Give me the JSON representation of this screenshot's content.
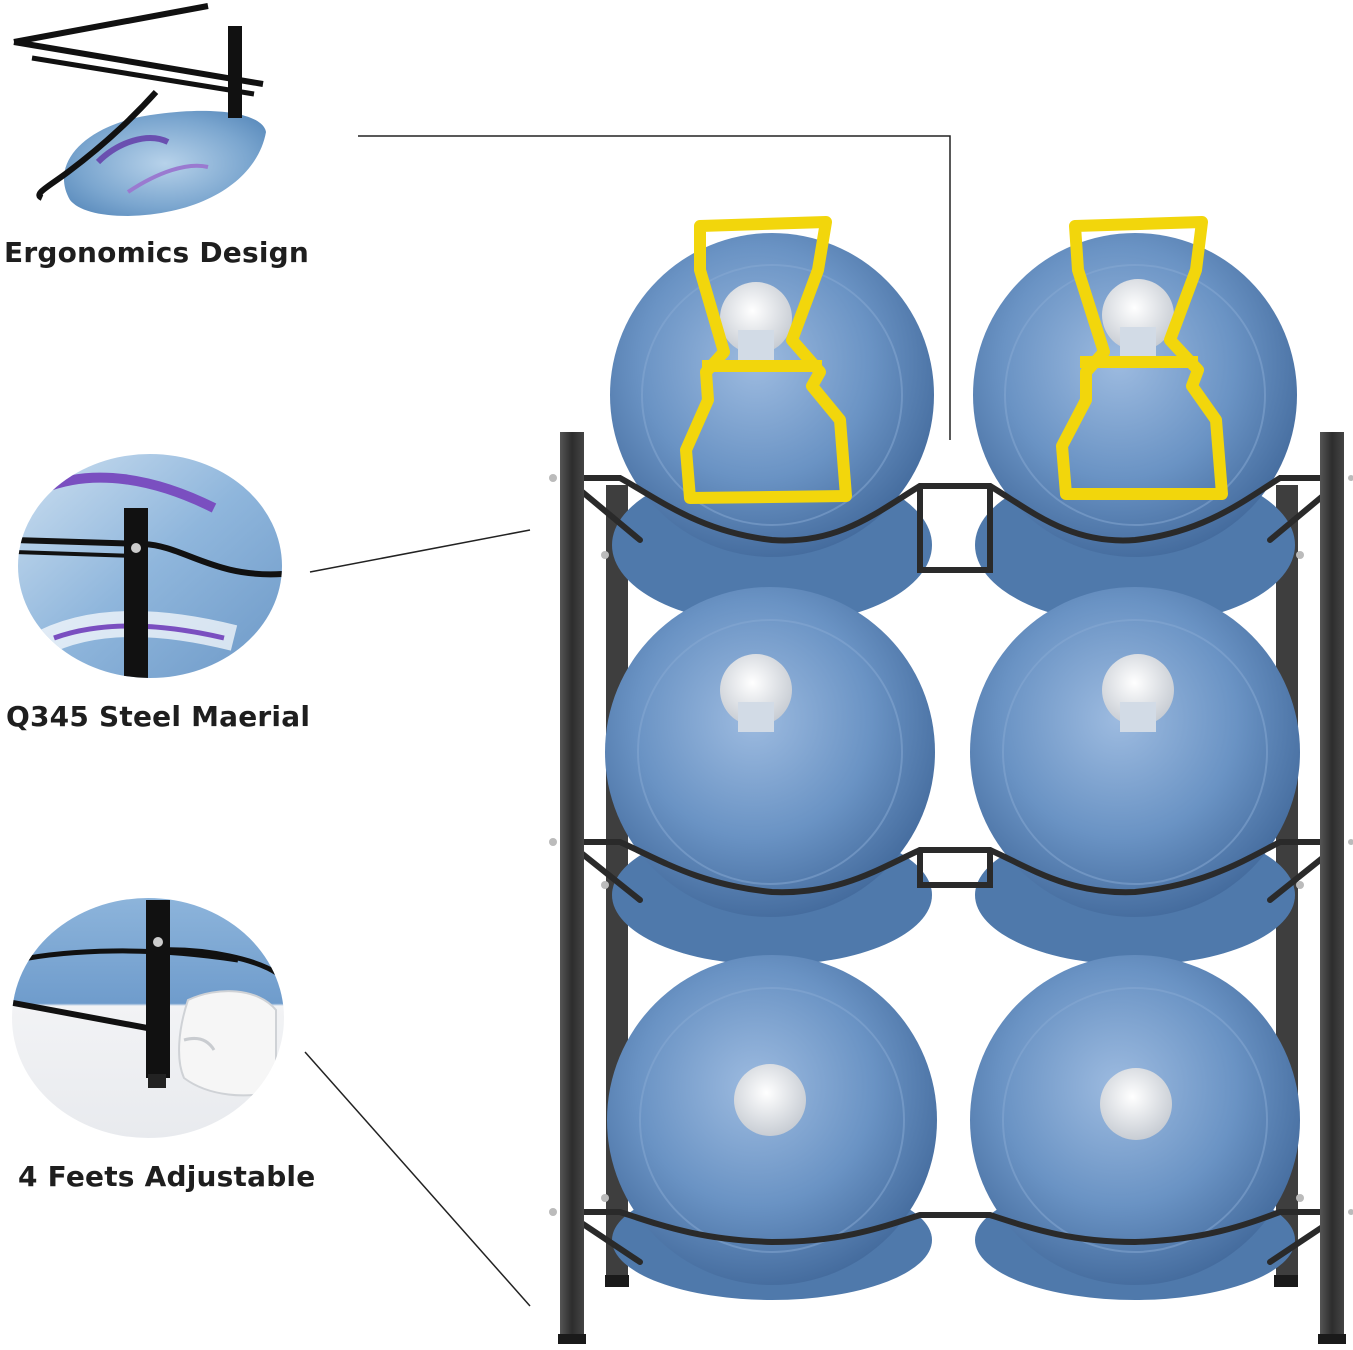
{
  "features": [
    {
      "label": "Ergonomics Design",
      "icon": "ergonomics-closeup-icon"
    },
    {
      "label": "Q345 Steel Maerial",
      "icon": "steel-closeup-icon"
    },
    {
      "label": "4 Feets Adjustable",
      "icon": "adjustable-foot-closeup-icon"
    }
  ],
  "colors": {
    "bottle": "#5d86b8",
    "bottle_dark": "#3f6698",
    "frame": "#3a3a3a",
    "handle": "#f2d60c",
    "cap": "#dfe3e8"
  }
}
